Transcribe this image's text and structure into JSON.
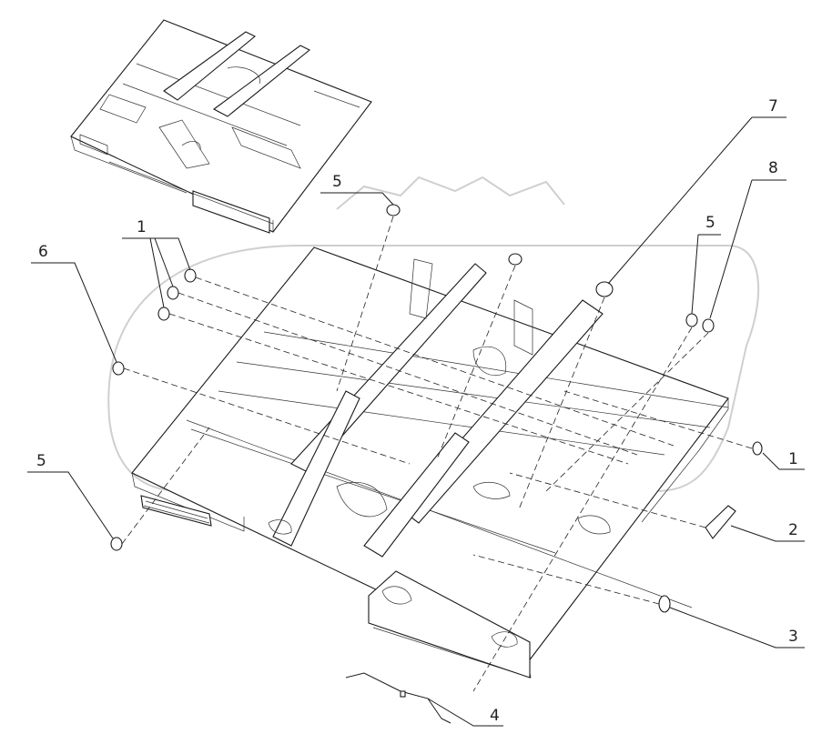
{
  "diagram": {
    "callouts": [
      {
        "id": "c1a",
        "label": "1"
      },
      {
        "id": "c1b",
        "label": "1"
      },
      {
        "id": "c2",
        "label": "2"
      },
      {
        "id": "c3",
        "label": "3"
      },
      {
        "id": "c4",
        "label": "4"
      },
      {
        "id": "c5a",
        "label": "5"
      },
      {
        "id": "c5b",
        "label": "5"
      },
      {
        "id": "c5c",
        "label": "5"
      },
      {
        "id": "c6",
        "label": "6"
      },
      {
        "id": "c7",
        "label": "7"
      },
      {
        "id": "c8",
        "label": "8"
      }
    ]
  }
}
